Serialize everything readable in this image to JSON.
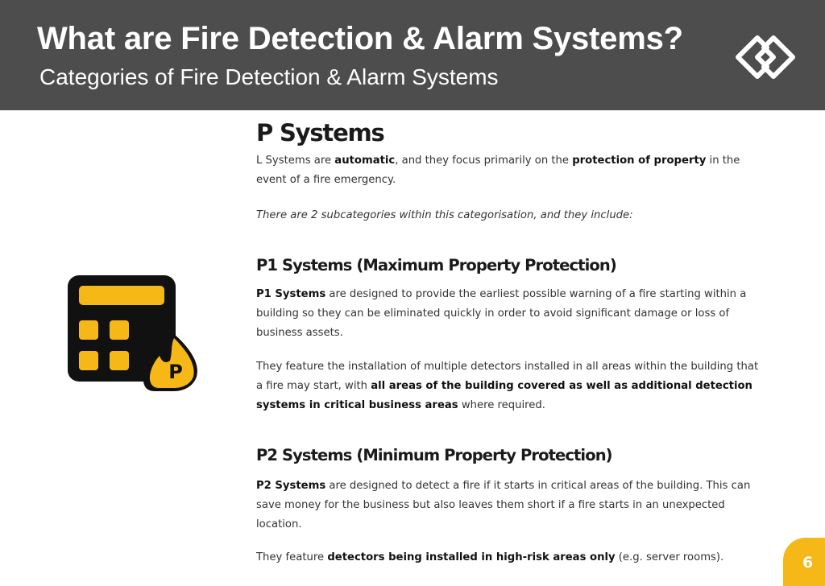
{
  "header": {
    "title": "What are Fire Detection & Alarm Systems?",
    "subtitle": "Categories of Fire Detection & Alarm Systems",
    "logo_icon": "diamond-chevrons-logo"
  },
  "illustration": {
    "icon": "fire-alarm-panel-icon",
    "badge_letter": "P",
    "colors": {
      "panel": "#111111",
      "accent": "#f6b816"
    }
  },
  "content": {
    "heading": "P Systems",
    "intro": {
      "t1": "L Systems are ",
      "b1": "automatic",
      "t2": ", and they focus primarily on the ",
      "b2": "protection of property",
      "t3": " in the event of a fire emergency."
    },
    "note": "There are 2 subcategories within this categorisation, and they include:",
    "p1": {
      "heading": "P1 Systems (Maximum Property Protection)",
      "para1_b": "P1 Systems",
      "para1_t": " are designed to provide the earliest possible warning of a fire starting within a building so they can be eliminated quickly in order to avoid significant damage or loss of business assets.",
      "para2_t1": "They feature the installation of multiple detectors installed in all areas within the building that a fire may start, with ",
      "para2_b": "all areas of the building covered as well as additional detection systems in critical business areas",
      "para2_t2": " where required."
    },
    "p2": {
      "heading": "P2 Systems (Minimum Property Protection)",
      "para1_b": "P2 Systems",
      "para1_t": " are designed to detect a fire if it starts in critical areas of the building. This can save money for the business but also leaves them short if a fire starts in an unexpected location.",
      "para2_t1": "They feature ",
      "para2_b": "detectors being installed in high-risk areas only",
      "para2_t2": " (e.g. server rooms)."
    }
  },
  "page_number": "6",
  "colors": {
    "header_bg": "#4d4d4d",
    "accent": "#f6b816"
  }
}
